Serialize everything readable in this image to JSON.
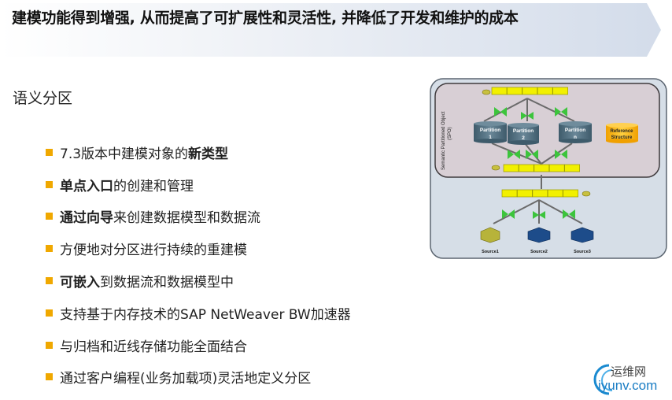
{
  "header": {
    "title": "建模功能得到增强, 从而提高了可扩展性和灵活性, 并降低了开发和维护的成本"
  },
  "section_title": "语义分区",
  "bullets": [
    {
      "parts": [
        {
          "t": "7.3版本中建模对象的",
          "b": false
        },
        {
          "t": "新类型",
          "b": true
        }
      ]
    },
    {
      "parts": [
        {
          "t": "单点入口",
          "b": true
        },
        {
          "t": "的创建和管理",
          "b": false
        }
      ]
    },
    {
      "parts": [
        {
          "t": "通过向导",
          "b": true
        },
        {
          "t": "来创建数据模型和数据流",
          "b": false
        }
      ]
    },
    {
      "parts": [
        {
          "t": "方便地对分区进行持续的重建模",
          "b": false
        }
      ]
    },
    {
      "parts": [
        {
          "t": "可嵌入",
          "b": true
        },
        {
          "t": "到数据流和数据模型中",
          "b": false
        }
      ]
    },
    {
      "parts": [
        {
          "t": "支持基于内存技术的SAP NetWeaver BW加速器",
          "b": false
        }
      ]
    },
    {
      "parts": [
        {
          "t": "与归档和近线存储功能全面结合",
          "b": false
        }
      ]
    },
    {
      "parts": [
        {
          "t": "通过客户编程(业务加载项)灵活地定义分区",
          "b": false
        }
      ]
    }
  ],
  "diagram": {
    "spo_label_1": "Semantic Partitioned Object",
    "spo_label_2": "(SPO)",
    "partitions": [
      {
        "line1": "Partition",
        "line2": "1"
      },
      {
        "line1": "Partition",
        "line2": "2"
      },
      {
        "line1": "Partition",
        "line2": "n"
      }
    ],
    "reference_1": "Reference",
    "reference_2": "Structure",
    "sources": [
      "Source1",
      "Source2",
      "Source3"
    ]
  },
  "watermark": {
    "cn": "运维网",
    "en": "iyunv.com"
  },
  "colors": {
    "bullet": "#f0a800",
    "bar": "#f2f000",
    "cylinder": "#4f6e80",
    "reference": "#f5b800"
  }
}
